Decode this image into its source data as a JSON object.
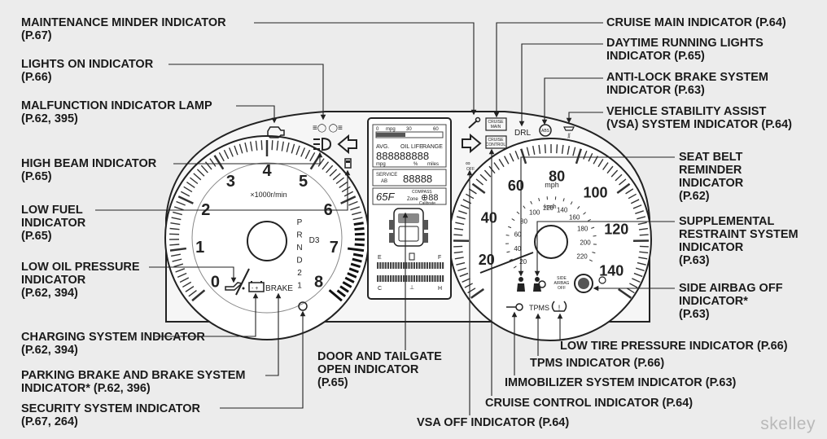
{
  "labels": {
    "maintenance_minder": {
      "lines": [
        "MAINTENANCE MINDER INDICATOR"
      ],
      "ref": "(P.67)"
    },
    "lights_on": {
      "lines": [
        "LIGHTS ON INDICATOR"
      ],
      "ref": "(P.66)"
    },
    "malfunction_lamp": {
      "lines": [
        "MALFUNCTION INDICATOR LAMP"
      ],
      "ref": "(P.62, 395)"
    },
    "high_beam": {
      "lines": [
        "HIGH BEAM INDICATOR"
      ],
      "ref": "(P.65)"
    },
    "low_fuel": {
      "lines": [
        "LOW FUEL",
        "INDICATOR"
      ],
      "ref": "(P.65)"
    },
    "low_oil": {
      "lines": [
        "LOW OIL PRESSURE",
        "INDICATOR"
      ],
      "ref": "(P.62, 394)"
    },
    "charging": {
      "lines": [
        "CHARGING SYSTEM INDICATOR"
      ],
      "ref": "(P.62, 394)"
    },
    "parking_brake": {
      "lines": [
        "PARKING BRAKE AND BRAKE SYSTEM",
        "INDICATOR* (P.62, 396)"
      ],
      "ref": ""
    },
    "security": {
      "lines": [
        "SECURITY SYSTEM INDICATOR"
      ],
      "ref": "(P.67, 264)"
    },
    "door_tailgate": {
      "lines": [
        "DOOR AND TAILGATE",
        "OPEN INDICATOR"
      ],
      "ref": "(P.65)"
    },
    "vsa_off": {
      "lines": [
        "VSA OFF INDICATOR (P.64)"
      ],
      "ref": ""
    },
    "cruise_control": {
      "lines": [
        "CRUISE CONTROL INDICATOR (P.64)"
      ],
      "ref": ""
    },
    "immobilizer": {
      "lines": [
        "IMMOBILIZER SYSTEM INDICATOR (P.63)"
      ],
      "ref": ""
    },
    "tpms": {
      "lines": [
        "TPMS INDICATOR (P.66)"
      ],
      "ref": ""
    },
    "low_tire": {
      "lines": [
        "LOW TIRE PRESSURE INDICATOR (P.66)"
      ],
      "ref": ""
    },
    "cruise_main": {
      "lines": [
        "CRUISE MAIN INDICATOR (P.64)"
      ],
      "ref": ""
    },
    "drl": {
      "lines": [
        "DAYTIME RUNNING LIGHTS",
        "INDICATOR (P.65)"
      ],
      "ref": ""
    },
    "abs": {
      "lines": [
        "ANTI-LOCK BRAKE SYSTEM",
        "INDICATOR (P.63)"
      ],
      "ref": ""
    },
    "vsa": {
      "lines": [
        "VEHICLE STABILITY ASSIST",
        "(VSA) SYSTEM INDICATOR (P.64)"
      ],
      "ref": ""
    },
    "seat_belt": {
      "lines": [
        "SEAT BELT",
        "REMINDER",
        "INDICATOR"
      ],
      "ref": "(P.62)"
    },
    "srs": {
      "lines": [
        "SUPPLEMENTAL",
        "RESTRAINT SYSTEM",
        "INDICATOR"
      ],
      "ref": "(P.63)"
    },
    "side_airbag_off": {
      "lines": [
        "SIDE AIRBAG OFF",
        "INDICATOR*"
      ],
      "ref": "(P.63)"
    }
  },
  "tach": {
    "numbers": [
      "0",
      "1",
      "2",
      "3",
      "4",
      "5",
      "6",
      "7",
      "8"
    ],
    "unit": "×1000r/min",
    "gears": [
      "P",
      "R",
      "N",
      "D",
      "D3",
      "2",
      "1"
    ],
    "brake": "BRAKE"
  },
  "speedo": {
    "outer": [
      "20",
      "40",
      "60",
      "80",
      "100",
      "120",
      "140"
    ],
    "inner": [
      "20",
      "40",
      "60",
      "80",
      "100",
      "120",
      "140",
      "160",
      "180",
      "200",
      "220"
    ],
    "mph": "mph",
    "kmh": "km/h"
  },
  "center_display": {
    "mpg_scale": [
      "0",
      "mpg",
      "30",
      "60"
    ],
    "avg": "AVG.",
    "oil": "OIL LIFE",
    "range": "RANGE",
    "mpg": "mpg",
    "pct": "%",
    "miles": "miles",
    "service": "SERVICE",
    "ab": "AB",
    "temp": "65F",
    "compass": "COMPASS",
    "zone": "Zone",
    "calibrate": "Calibrate",
    "gauge_e": "E",
    "gauge_f": "F",
    "gauge_c": "C",
    "gauge_h": "H"
  },
  "icon_text": {
    "drl": "DRL",
    "cruise_main_box": [
      "CRUISE",
      "MAIN"
    ],
    "cruise_control_box": [
      "CRUISE",
      "CONTROL"
    ],
    "tpms": "TPMS",
    "abs": "ABS",
    "side_airbag": [
      "SIDE",
      "AIRBAG",
      "OFF"
    ]
  },
  "watermark": "skelley"
}
